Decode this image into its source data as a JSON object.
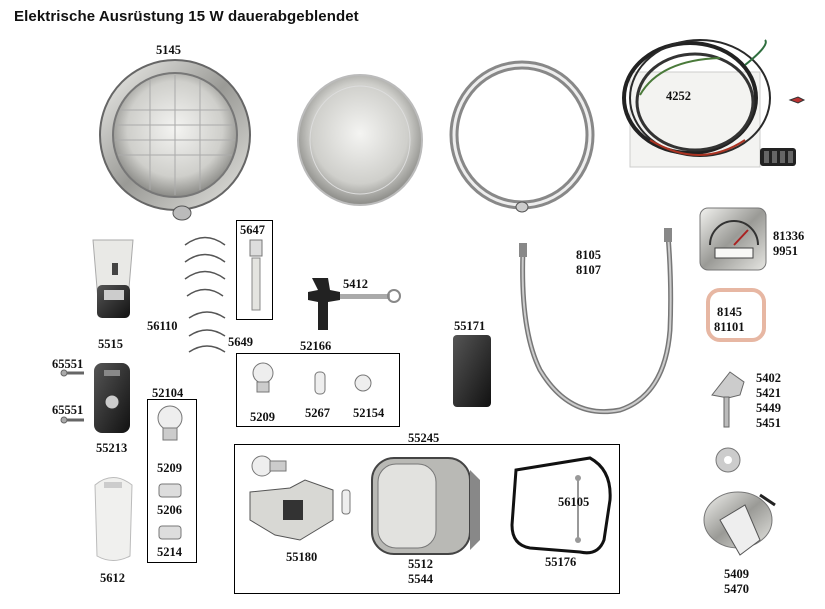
{
  "title": "Elektrische Ausrüstung 15 W dauerabgeblendet",
  "labels": {
    "l5145": "5145",
    "l4252": "4252",
    "l5647": "5647",
    "l8105": "8105",
    "l8107": "8107",
    "l81336": "81336",
    "l9951": "9951",
    "l5412": "5412",
    "l56110": "56110",
    "l5649": "5649",
    "l5515": "5515",
    "l55171": "55171",
    "l52166": "52166",
    "l8145": "8145",
    "l81101": "81101",
    "l65551a": "65551",
    "l65551b": "65551",
    "l5209a": "5209",
    "l5267": "5267",
    "l52154": "52154",
    "l52104": "52104",
    "l5402": "5402",
    "l5421": "5421",
    "l5449": "5449",
    "l5451": "5451",
    "l55213": "55213",
    "l55245": "55245",
    "l5209b": "5209",
    "l5206": "5206",
    "l5214": "5214",
    "l56105": "56105",
    "l55180": "55180",
    "l5512": "5512",
    "l5544": "5544",
    "l55176": "55176",
    "l5612": "5612",
    "l5409": "5409",
    "l5470": "5470"
  }
}
